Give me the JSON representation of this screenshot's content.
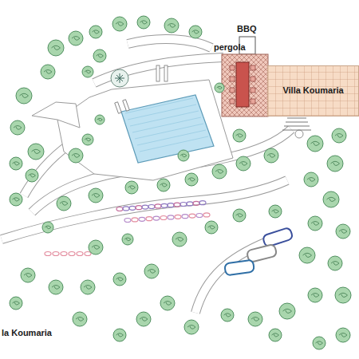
{
  "diagram": {
    "nodes": [
      {
        "text": [
          "Villa Koumaria"
        ]
      }
    ],
    "labels": [
      "BBQ",
      "pergola",
      "la Koumaria"
    ]
  }
}
